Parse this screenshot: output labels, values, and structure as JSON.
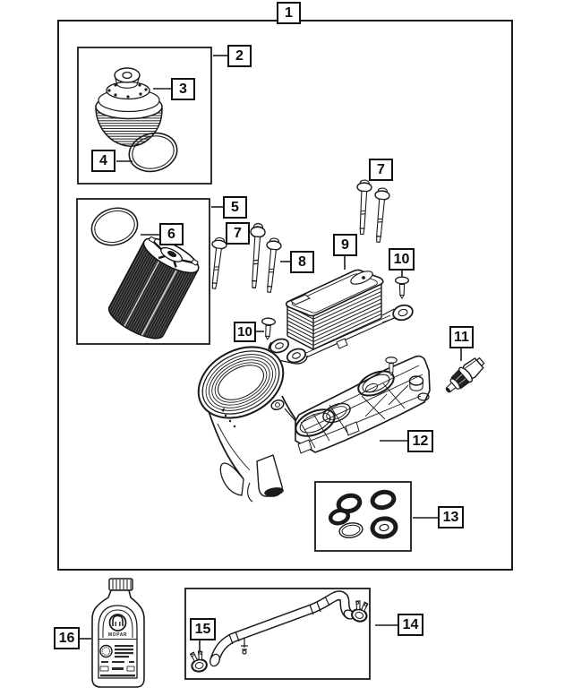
{
  "diagram": {
    "kind": "parts-callout-diagram",
    "colors": {
      "line": "#1a1a1a",
      "background": "#ffffff"
    }
  },
  "callouts": {
    "c1": "1",
    "c2": "2",
    "c3": "3",
    "c4": "4",
    "c5": "5",
    "c6": "6",
    "c7a": "7",
    "c7b": "7",
    "c8": "8",
    "c9": "9",
    "c10a": "10",
    "c10b": "10",
    "c11": "11",
    "c12": "12",
    "c13": "13",
    "c14": "14",
    "c15": "15",
    "c16": "16"
  },
  "bottle": {
    "brand": "MOPAR"
  }
}
